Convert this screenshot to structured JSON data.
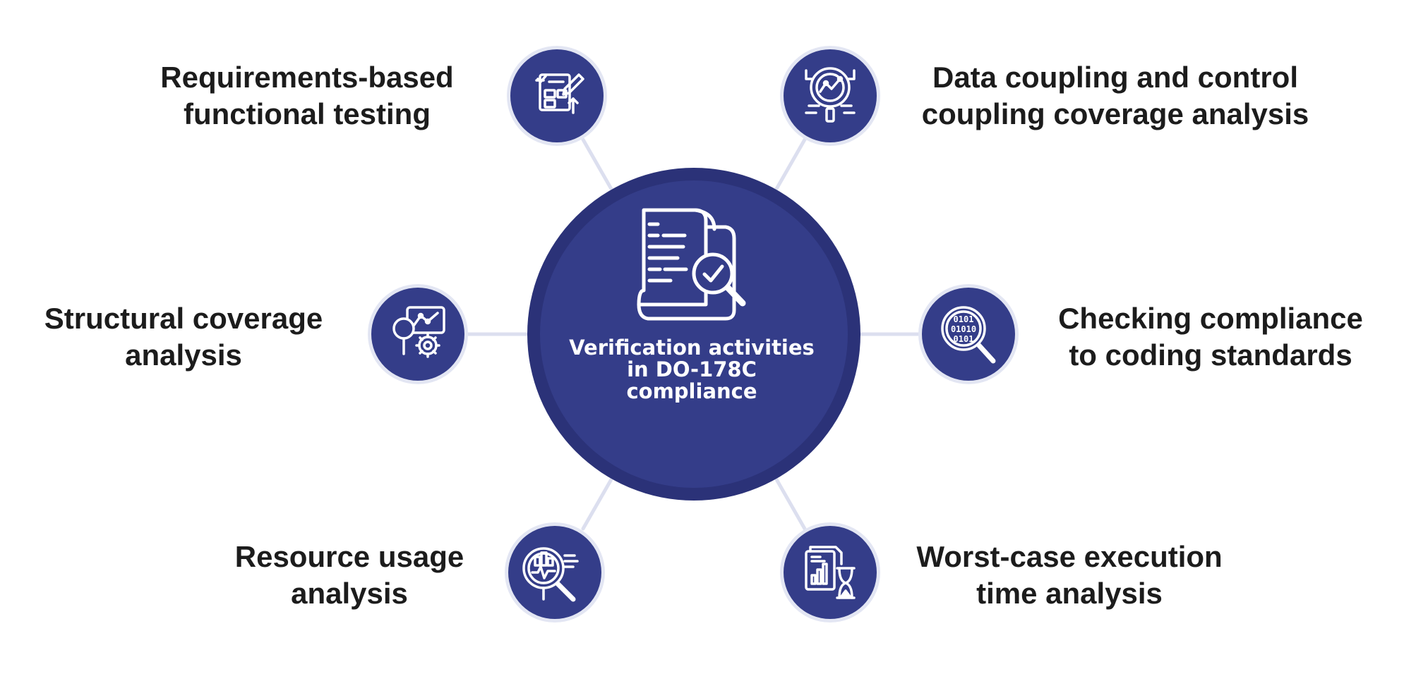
{
  "colors": {
    "hub_fill": "#343d89",
    "hub_ring": "#2b3278",
    "node_fill": "#343d89",
    "node_ring": "#e3e6f3",
    "connector": "#dcdfef",
    "icon_stroke": "#ffffff",
    "label_text": "#1c1c1c"
  },
  "center": {
    "icon": "document-magnifier-check-icon",
    "title_lines": [
      "Verification activities",
      "in DO-178C",
      "compliance"
    ]
  },
  "nodes": [
    {
      "id": "requirements",
      "icon": "requirements-checklist-icon",
      "lines": [
        "Requirements-based",
        "functional testing"
      ]
    },
    {
      "id": "data-coupling",
      "icon": "analysis-magnifier-chart-icon",
      "lines": [
        "Data coupling and control",
        "coupling coverage analysis"
      ]
    },
    {
      "id": "structural",
      "icon": "chart-gear-magnifier-icon",
      "lines": [
        "Structural coverage",
        "analysis"
      ]
    },
    {
      "id": "coding-standards",
      "icon": "binary-magnifier-icon",
      "lines": [
        "Checking compliance",
        "to coding standards"
      ]
    },
    {
      "id": "resource",
      "icon": "resource-monitor-magnifier-icon",
      "lines": [
        "Resource usage",
        "analysis"
      ]
    },
    {
      "id": "wcet",
      "icon": "report-hourglass-icon",
      "lines": [
        "Worst-case execution",
        "time analysis"
      ]
    }
  ]
}
